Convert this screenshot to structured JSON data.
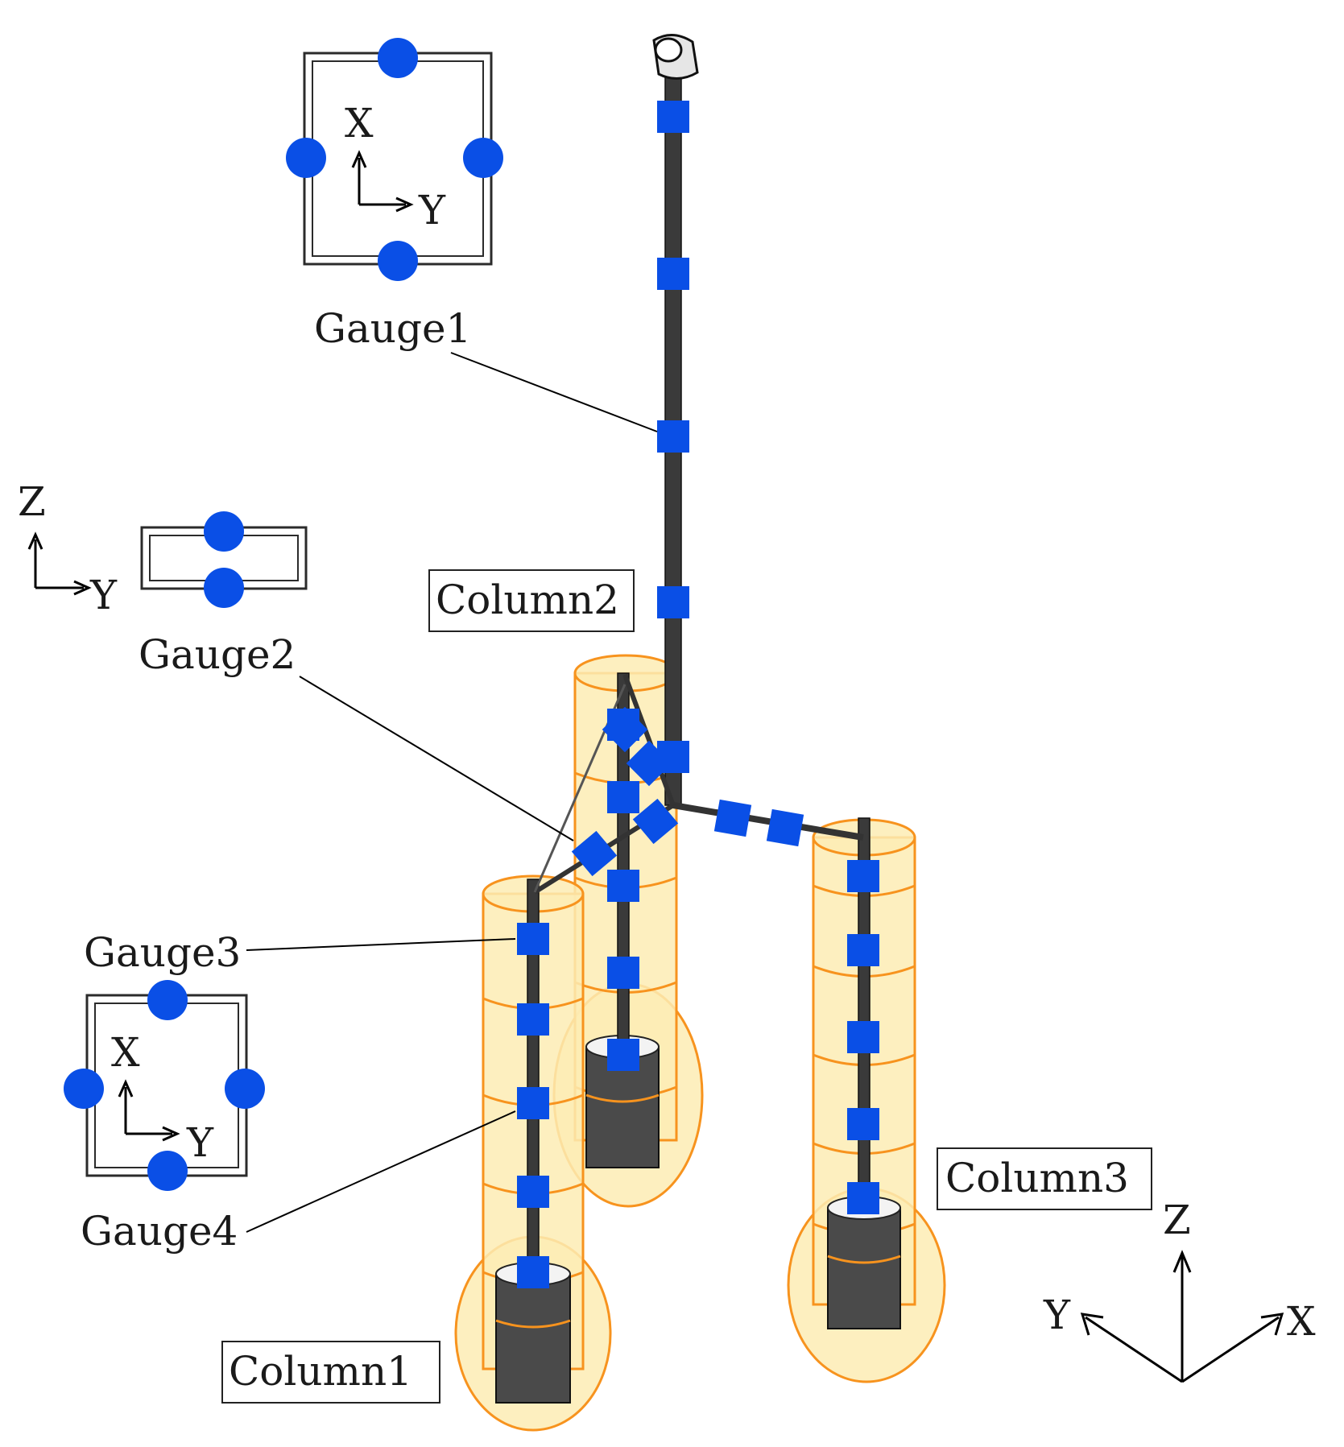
{
  "labels": {
    "gauge1": "Gauge1",
    "gauge2": "Gauge2",
    "gauge3": "Gauge3",
    "gauge4": "Gauge4",
    "column1": "Column1",
    "column2": "Column2",
    "column3": "Column3"
  },
  "axes": {
    "gauge1": {
      "up": "X",
      "right": "Y"
    },
    "gauge2": {
      "up": "Z",
      "right": "Y"
    },
    "gauge4": {
      "up": "X",
      "right": "Y"
    },
    "global": {
      "up": "Z",
      "left": "Y",
      "right": "X"
    }
  },
  "colors": {
    "sensor": "#0a4fe6",
    "float_fill": "#fdecb4",
    "float_outline": "#f7931e",
    "structure": "#3a3a3a"
  }
}
